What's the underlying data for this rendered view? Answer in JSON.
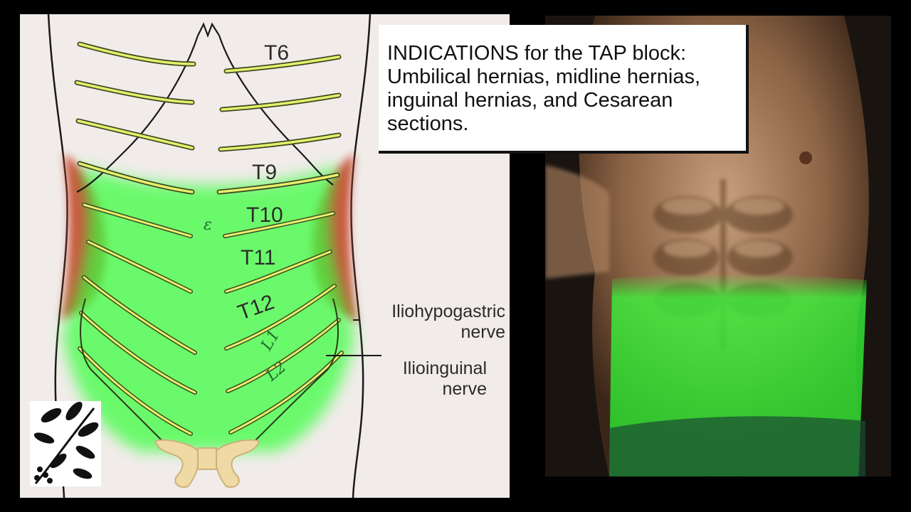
{
  "indications_text": "INDICATIONS for the TAP block: Umbilical hernias, midline hernias, inguinal hernias, and Cesarean sections.",
  "dermatome_labels": {
    "t6": "T6",
    "t9": "T9",
    "t10": "T10",
    "t11": "T11",
    "t12": "T12",
    "l1": "L1",
    "l2": "L2"
  },
  "umbilicus_mark": "ε",
  "iliohypogastric_label_line1": "Iliohypogastric",
  "iliohypogastric_label_line2": "nerve",
  "ilioinguinal_label_line1": "Ilioinguinal",
  "ilioinguinal_label_line2": "nerve",
  "colors": {
    "block_green": "#39ff3c",
    "flank_red": "#c8442a",
    "nerve_yellow": "#e6f06a",
    "nerve_outline": "#3c4a22",
    "panel_bg": "#f1ecea"
  }
}
